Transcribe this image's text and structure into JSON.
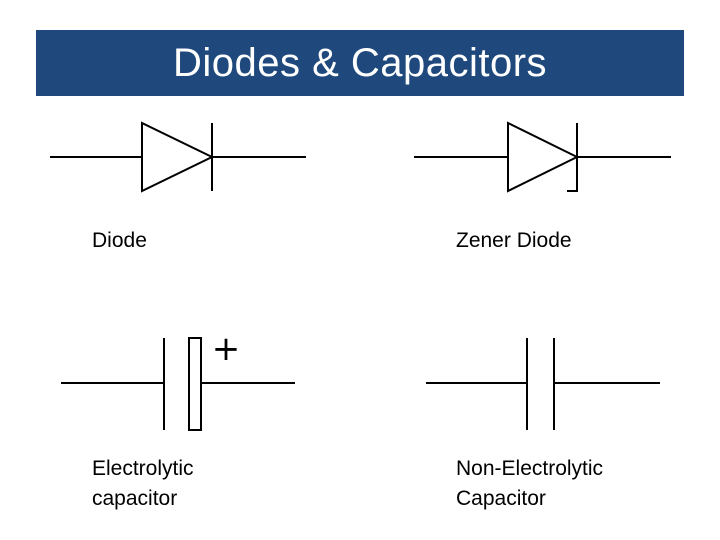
{
  "title": "Diodes & Capacitors",
  "colors": {
    "title_bar": "#1f497d",
    "title_text": "#ffffff",
    "stroke": "#000000"
  },
  "symbols": [
    {
      "id": "diode",
      "icon": "diode-symbol-icon",
      "label_lines": [
        "Diode"
      ]
    },
    {
      "id": "zener",
      "icon": "zener-diode-symbol-icon",
      "label_lines": [
        "Zener Diode"
      ]
    },
    {
      "id": "electrolytic",
      "icon": "electrolytic-capacitor-symbol-icon",
      "label_lines": [
        "Electrolytic",
        "capacitor"
      ],
      "polarity_mark": "+"
    },
    {
      "id": "non-electrolytic",
      "icon": "capacitor-symbol-icon",
      "label_lines": [
        "Non-Electrolytic",
        "Capacitor"
      ]
    }
  ]
}
